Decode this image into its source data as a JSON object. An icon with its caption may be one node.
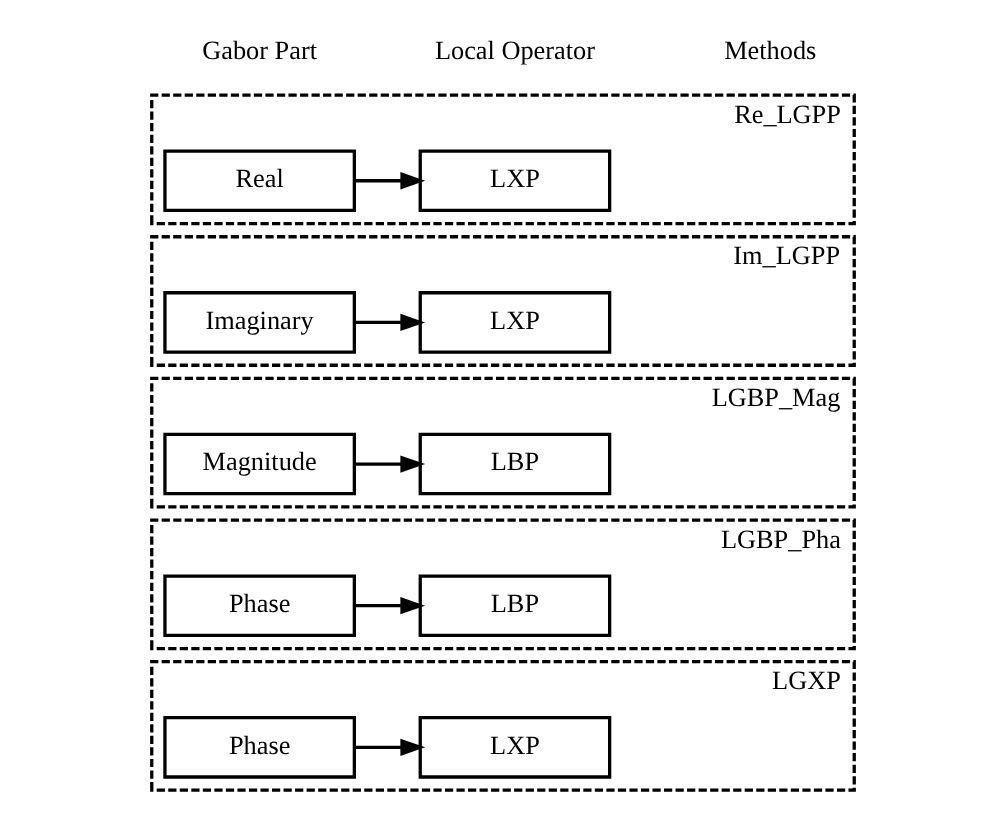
{
  "diagram": {
    "nodes": [
      {
        "text": [
          "Re_LGPP"
        ]
      },
      {
        "text": [
          "Real"
        ],
        "in": 0
      },
      {
        "text": [
          "LXP"
        ],
        "in": 0
      },
      {
        "text": [
          "Im_LGPP"
        ]
      },
      {
        "text": [
          "Imaginary"
        ],
        "in": 3
      },
      {
        "text": [
          "LXP"
        ],
        "in": 3
      },
      {
        "text": [
          "LGBP_Mag"
        ]
      },
      {
        "text": [
          "Magnitude"
        ],
        "in": 6
      },
      {
        "text": [
          "LBP"
        ],
        "in": 6
      },
      {
        "text": [
          "LGBP_Pha"
        ]
      },
      {
        "text": [
          "Phase"
        ],
        "in": 9
      },
      {
        "text": [
          "LBP"
        ],
        "in": 9
      },
      {
        "text": [
          "LGXP"
        ]
      },
      {
        "text": [
          "Phase"
        ],
        "in": 12
      },
      {
        "text": [
          "LXP"
        ],
        "in": 12
      }
    ],
    "edges": [
      {
        "from": 1,
        "to": 2,
        "arrow": "to"
      },
      {
        "from": 4,
        "to": 5,
        "arrow": "to"
      },
      {
        "from": 7,
        "to": 8,
        "arrow": "to"
      },
      {
        "from": 10,
        "to": 11,
        "arrow": "to"
      },
      {
        "from": 13,
        "to": 14,
        "arrow": "to"
      }
    ],
    "labels": [
      "Gabor Part",
      "Local Operator",
      "Methods"
    ]
  }
}
